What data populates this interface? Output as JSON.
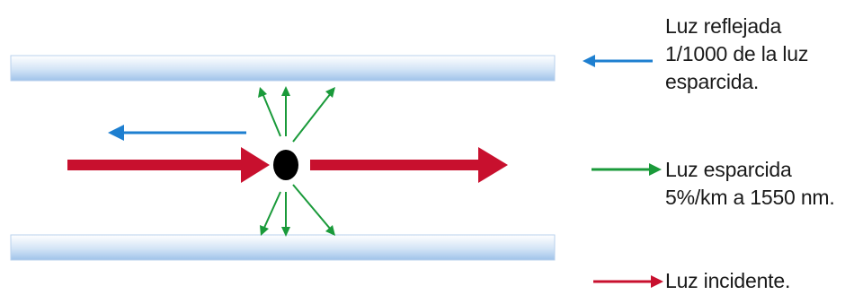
{
  "colors": {
    "reflected": "#1e7fd0",
    "scattered": "#1a9a3a",
    "incident": "#c8102e",
    "fiber_light": "#ffffff",
    "fiber_dark": "#a9c9ec",
    "particle": "#000000"
  },
  "legend": {
    "reflected": {
      "line1": "Luz reflejada",
      "line2": "1/1000 de la luz",
      "line3": "esparcida."
    },
    "scattered": {
      "line1": "Luz esparcida",
      "line2": "5%/km a 1550 nm."
    },
    "incident": {
      "line1": "Luz incidente."
    }
  }
}
